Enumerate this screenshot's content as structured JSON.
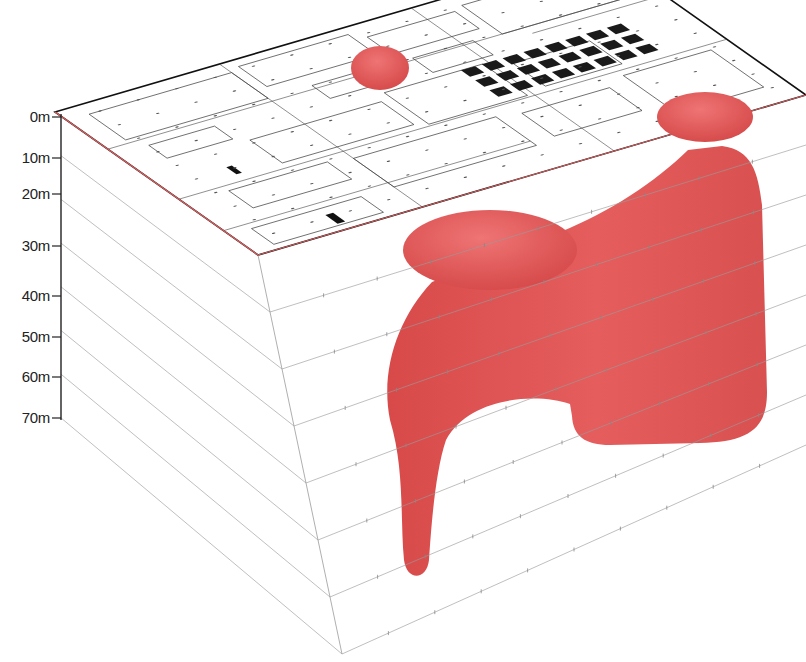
{
  "diagram": {
    "labels": [
      "0m",
      "10m",
      "20m",
      "30m",
      "40m",
      "50m",
      "60m",
      "70m"
    ]
  }
}
